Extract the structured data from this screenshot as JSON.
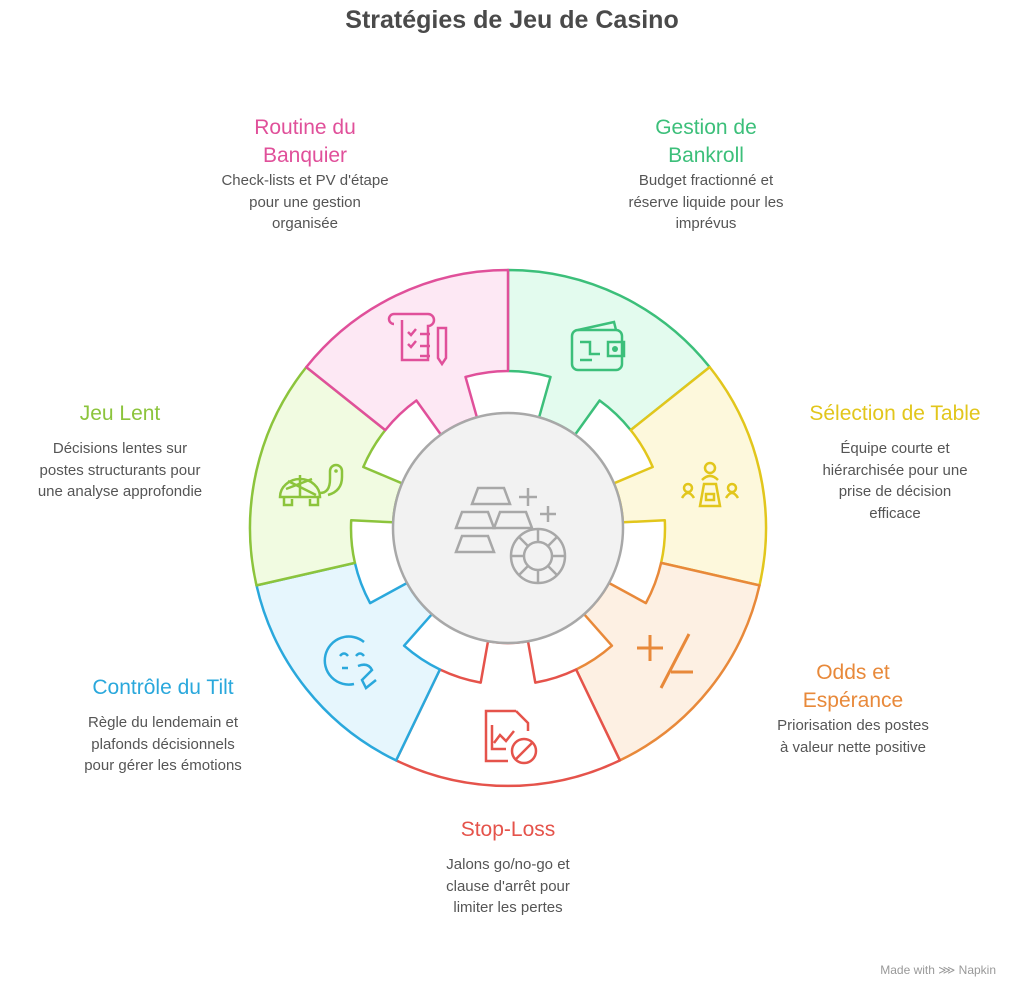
{
  "title": "Stratégies de Jeu de Casino",
  "center_icon": "gold-bars-and-casino-chip-icon",
  "center_colors": {
    "fill": "#f2f2f2",
    "stroke": "#a8a8a8"
  },
  "segments": [
    {
      "id": "gestion-de-bankroll",
      "title_lines": [
        "Gestion de",
        "Bankroll"
      ],
      "desc_lines": [
        "Budget fractionné et",
        "réserve liquide pour les",
        "imprévus"
      ],
      "color": "#3cbf7a",
      "fill": "#e3fbee",
      "icon": "wallet-icon"
    },
    {
      "id": "selection-de-table",
      "title_lines": [
        "Sélection de Table"
      ],
      "desc_lines": [
        "Équipe courte et",
        "hiérarchisée pour une",
        "prise de décision",
        "efficace"
      ],
      "color": "#e2c61c",
      "fill": "#fdf8dc",
      "icon": "team-meeting-icon"
    },
    {
      "id": "odds-et-esperance",
      "title_lines": [
        "Odds et",
        "Espérance"
      ],
      "desc_lines": [
        "Priorisation des postes",
        "à valeur nette positive"
      ],
      "color": "#e8893a",
      "fill": "#fdf0e3",
      "icon": "plus-minus-icon"
    },
    {
      "id": "stop-loss",
      "title_lines": [
        "Stop-Loss"
      ],
      "desc_lines": [
        "Jalons go/no-go et",
        "clause d'arrêt pour",
        "limiter les pertes"
      ],
      "color": "#e5534b",
      "fill": "#ffffff",
      "icon": "chart-stop-icon"
    },
    {
      "id": "controle-du-tilt",
      "title_lines": [
        "Contrôle du Tilt"
      ],
      "desc_lines": [
        "Règle du lendemain et",
        "plafonds décisionnels",
        "pour gérer les émotions"
      ],
      "color": "#2aa8dc",
      "fill": "#e6f6fd",
      "icon": "calm-face-icon"
    },
    {
      "id": "jeu-lent",
      "title_lines": [
        "Jeu Lent"
      ],
      "desc_lines": [
        "Décisions lentes sur",
        "postes structurants pour",
        "une analyse approfondie"
      ],
      "color": "#8cc43c",
      "fill": "#f1fbe1",
      "icon": "turtle-icon"
    },
    {
      "id": "routine-du-banquier",
      "title_lines": [
        "Routine du",
        "Banquier"
      ],
      "desc_lines": [
        "Check-lists et PV d'étape",
        "pour une gestion",
        "organisée"
      ],
      "color": "#e0509a",
      "fill": "#fde8f4",
      "icon": "checklist-pen-icon"
    }
  ],
  "footer": "Made with ⋙ Napkin"
}
